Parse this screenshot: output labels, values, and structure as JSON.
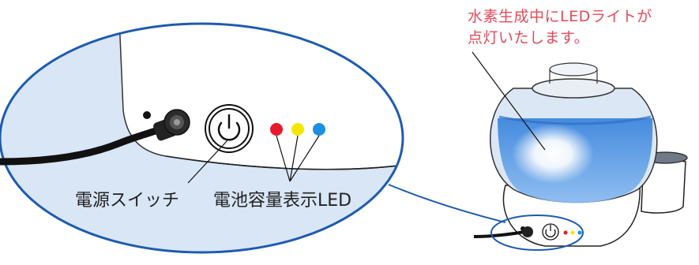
{
  "labels": {
    "power_switch": "電源スイッチ",
    "battery_led": "電池容量表示LED",
    "note_line1": "水素生成中にLEDライトが",
    "note_line2": "点灯いたします。"
  },
  "led_colors": {
    "red": "#e8192c",
    "yellow": "#f3e600",
    "blue": "#1d8fe0"
  },
  "colors": {
    "outline": "#1e5bb0",
    "water": "#6aa6e8",
    "note_text": "#e04b5a"
  }
}
